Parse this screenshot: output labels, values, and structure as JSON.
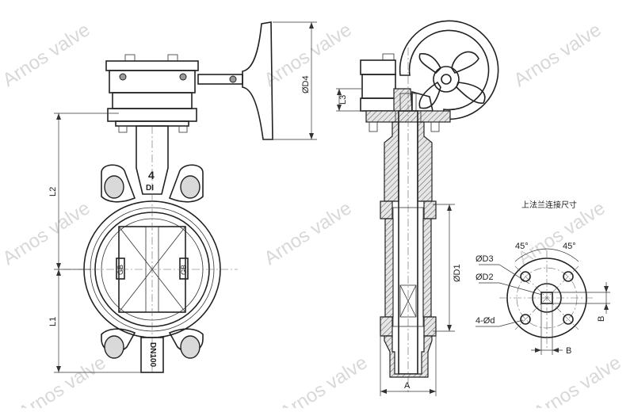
{
  "watermark": {
    "text": "Arnos valve"
  },
  "dimensions": {
    "L1": "L1",
    "L2": "L2",
    "L3": "L3",
    "D4": "ØD4",
    "D1": "ØD1",
    "D2": "ØD2",
    "D3": "ØD3",
    "d": "4-Ød",
    "A": "A",
    "B": "B",
    "angle1": "45°",
    "angle2": "45°"
  },
  "markings": {
    "pressure": "4",
    "material": "DI",
    "size": "DN100",
    "body_plate_left": "GB",
    "body_plate_right": "GB"
  },
  "flange_title": "上法兰连接尺寸"
}
